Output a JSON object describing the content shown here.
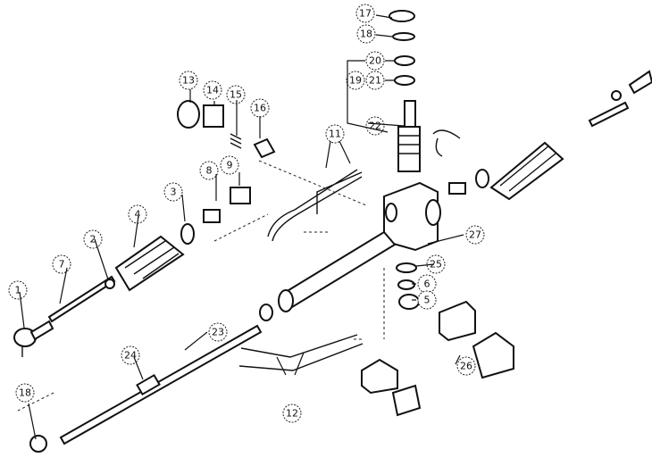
{
  "diagram": {
    "title_hidden": "",
    "callouts": [
      {
        "id": "c17",
        "label": "17"
      },
      {
        "id": "c18a",
        "label": "18"
      },
      {
        "id": "c20",
        "label": "20"
      },
      {
        "id": "c19",
        "label": "19"
      },
      {
        "id": "c21",
        "label": "21"
      },
      {
        "id": "c22",
        "label": "22"
      },
      {
        "id": "c13",
        "label": "13"
      },
      {
        "id": "c14",
        "label": "14"
      },
      {
        "id": "c15",
        "label": "15"
      },
      {
        "id": "c16",
        "label": "16"
      },
      {
        "id": "c11",
        "label": "11"
      },
      {
        "id": "c8",
        "label": "8"
      },
      {
        "id": "c9",
        "label": "9"
      },
      {
        "id": "c3",
        "label": "3"
      },
      {
        "id": "c4",
        "label": "4"
      },
      {
        "id": "c2",
        "label": "2"
      },
      {
        "id": "c7",
        "label": "7"
      },
      {
        "id": "c1",
        "label": "1"
      },
      {
        "id": "c27",
        "label": "27"
      },
      {
        "id": "c25",
        "label": "25"
      },
      {
        "id": "c6",
        "label": "6"
      },
      {
        "id": "c5",
        "label": "5"
      },
      {
        "id": "c23",
        "label": "23"
      },
      {
        "id": "c24",
        "label": "24"
      },
      {
        "id": "c26",
        "label": "26"
      },
      {
        "id": "c12",
        "label": "12"
      },
      {
        "id": "c18b",
        "label": "18"
      }
    ]
  }
}
